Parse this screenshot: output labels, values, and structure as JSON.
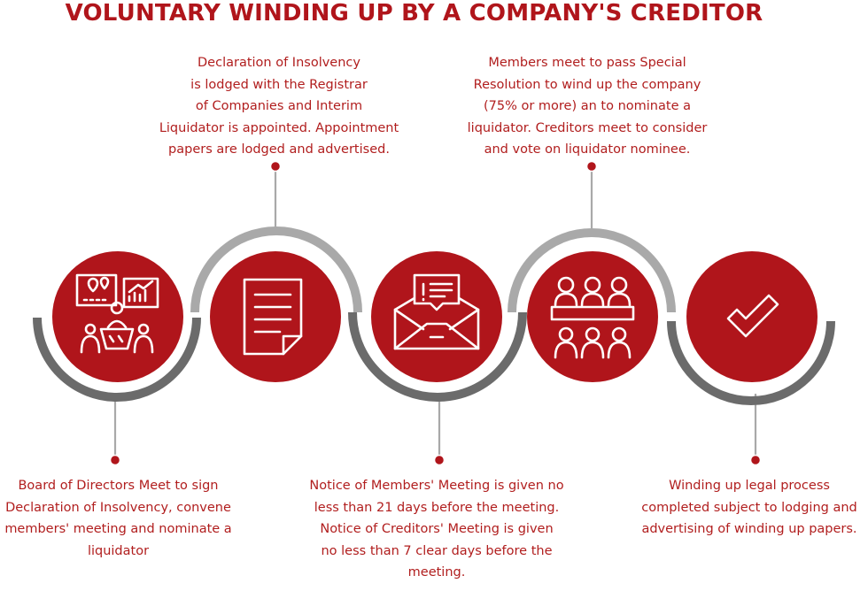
{
  "title": "VOLUNTARY WINDING UP BY A COMPANY'S CREDITOR",
  "steps": [
    {
      "icon": "meeting-presentation-icon",
      "text": "Board of Directors Meet to sign\nDeclaration of Insolvency, convene\nmembers' meeting and nominate a\nliquidator"
    },
    {
      "icon": "document-icon",
      "text": "Declaration of Insolvency\nis lodged with the Registrar\nof Companies and Interim\nLiquidator is appointed. Appointment\npapers are lodged and advertised."
    },
    {
      "icon": "envelope-notice-icon",
      "text": "Notice of Members' Meeting is given no\nless than 21 days before the meeting.\nNotice of Creditors' Meeting is given\nno less than 7 clear days before the\nmeeting."
    },
    {
      "icon": "group-meeting-icon",
      "text": "Members meet to pass Special\nResolution to wind up the company\n(75% or more) an to nominate a\nliquidator. Creditors meet to consider\nand vote on liquidator nominee."
    },
    {
      "icon": "checkmark-icon",
      "text": "Winding up legal process\ncompleted subject to lodging and\nadvertising of winding up papers."
    }
  ],
  "colors": {
    "accent_red": "#b0151b",
    "arc_light_gray": "#a9a9a9",
    "arc_dark_gray": "#6b6b6b",
    "text_red": "#b11e1e"
  }
}
